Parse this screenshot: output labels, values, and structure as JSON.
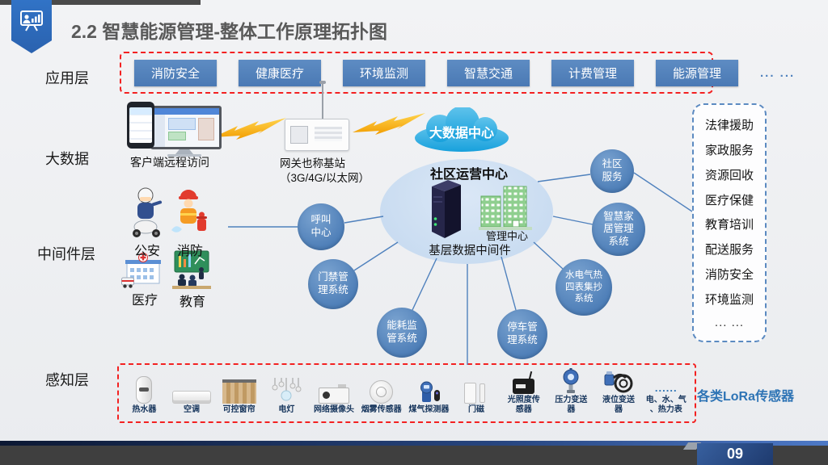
{
  "header": {
    "title": "2.2 智慧能源管理-整体工作原理拓扑图"
  },
  "layer_labels": {
    "application": "应用层",
    "big_data": "大数据",
    "middleware": "中间件层",
    "perception": "感知层"
  },
  "application_layer": {
    "buttons": [
      "消防安全",
      "健康医疗",
      "环境监测",
      "智慧交通",
      "计费管理",
      "能源管理"
    ],
    "more": "... ..."
  },
  "big_data_layer": {
    "client_label": "客户端远程访问",
    "gateway_label": "网关也称基站\n（3G/4G/以太网）",
    "cloud_label": "大数据中心"
  },
  "operation_center": {
    "title": "社区运营中心",
    "management_label": "管理中心",
    "middleware_label": "基层数据中间件"
  },
  "system_circles": {
    "call_center": "呼叫\n中心",
    "access_control": "门禁管\n理系统",
    "energy_monitor": "能耗监\n管系统",
    "parking": "停车管\n理系统",
    "four_meters": "水电气热\n四表集抄\n系统",
    "smart_home": "智慧家\n居管理\n系统",
    "community_service": "社区\n服务"
  },
  "agencies": {
    "police": "公安",
    "fire": "消防",
    "medical": "医疗",
    "education": "教育"
  },
  "services_panel": {
    "items": [
      "法律援助",
      "家政服务",
      "资源回收",
      "医疗保健",
      "教育培训",
      "配送服务",
      "消防安全",
      "环境监测"
    ],
    "more": "... ..."
  },
  "perception_layer": {
    "sensors": [
      "热水器",
      "空调",
      "可控窗帘",
      "电灯",
      "网络摄像头",
      "烟雾传感器",
      "煤气探测器",
      "门磁",
      "光照度传\n感器",
      "压力变送\n器",
      "液位变送\n器",
      "电、水、气\n、热力表"
    ],
    "dots": "......",
    "lora_label": "各类LoRa传感器"
  },
  "footer": {
    "page_number": "09"
  },
  "colors": {
    "accent_blue": "#4f81bd",
    "cloud_blue": "#29a8e0",
    "ellipse_blue": "#c9dbf0",
    "dashed_red": "#f32121",
    "sensor_label_navy": "#17365d",
    "lora_blue": "#2e74b5",
    "footer_gray": "#3f3f3f",
    "page_box_blue": "#1e3a6e"
  }
}
